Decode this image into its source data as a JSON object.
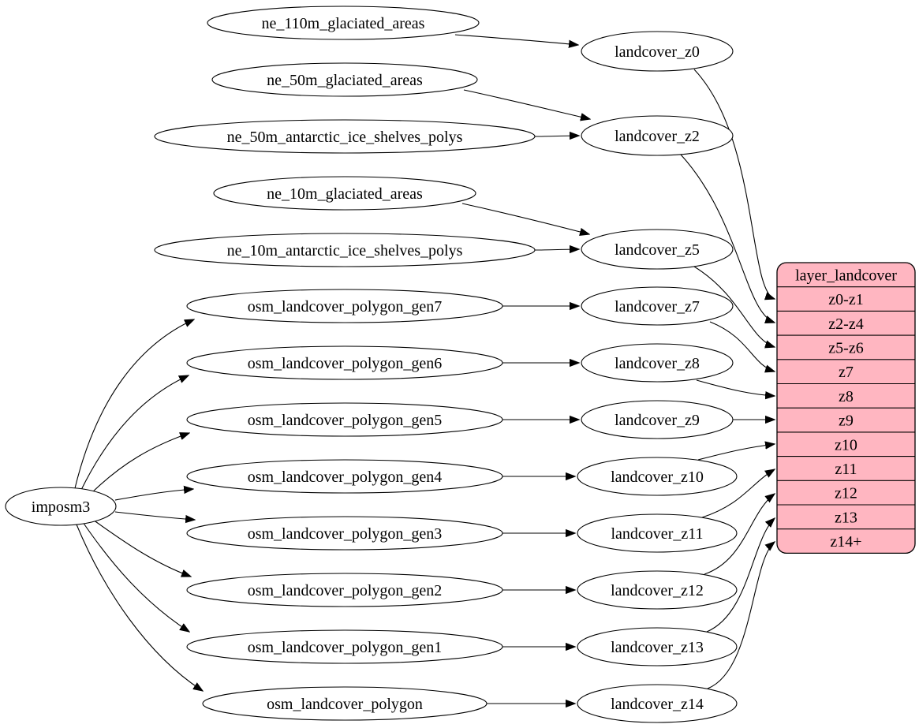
{
  "diagram": {
    "nodes": [
      {
        "id": "imposm3",
        "label": "imposm3"
      },
      {
        "id": "ne_110m_glaciated_areas",
        "label": "ne_110m_glaciated_areas"
      },
      {
        "id": "ne_50m_glaciated_areas",
        "label": "ne_50m_glaciated_areas"
      },
      {
        "id": "ne_50m_antarctic_ice_shelves_polys",
        "label": "ne_50m_antarctic_ice_shelves_polys"
      },
      {
        "id": "ne_10m_glaciated_areas",
        "label": "ne_10m_glaciated_areas"
      },
      {
        "id": "ne_10m_antarctic_ice_shelves_polys",
        "label": "ne_10m_antarctic_ice_shelves_polys"
      },
      {
        "id": "osm_landcover_polygon_gen7",
        "label": "osm_landcover_polygon_gen7"
      },
      {
        "id": "osm_landcover_polygon_gen6",
        "label": "osm_landcover_polygon_gen6"
      },
      {
        "id": "osm_landcover_polygon_gen5",
        "label": "osm_landcover_polygon_gen5"
      },
      {
        "id": "osm_landcover_polygon_gen4",
        "label": "osm_landcover_polygon_gen4"
      },
      {
        "id": "osm_landcover_polygon_gen3",
        "label": "osm_landcover_polygon_gen3"
      },
      {
        "id": "osm_landcover_polygon_gen2",
        "label": "osm_landcover_polygon_gen2"
      },
      {
        "id": "osm_landcover_polygon_gen1",
        "label": "osm_landcover_polygon_gen1"
      },
      {
        "id": "osm_landcover_polygon",
        "label": "osm_landcover_polygon"
      },
      {
        "id": "landcover_z0",
        "label": "landcover_z0"
      },
      {
        "id": "landcover_z2",
        "label": "landcover_z2"
      },
      {
        "id": "landcover_z5",
        "label": "landcover_z5"
      },
      {
        "id": "landcover_z7",
        "label": "landcover_z7"
      },
      {
        "id": "landcover_z8",
        "label": "landcover_z8"
      },
      {
        "id": "landcover_z9",
        "label": "landcover_z9"
      },
      {
        "id": "landcover_z10",
        "label": "landcover_z10"
      },
      {
        "id": "landcover_z11",
        "label": "landcover_z11"
      },
      {
        "id": "landcover_z12",
        "label": "landcover_z12"
      },
      {
        "id": "landcover_z13",
        "label": "landcover_z13"
      },
      {
        "id": "landcover_z14",
        "label": "landcover_z14"
      }
    ],
    "record": {
      "id": "layer_landcover",
      "title": "layer_landcover",
      "rows": [
        "z0-z1",
        "z2-z4",
        "z5-z6",
        "z7",
        "z8",
        "z9",
        "z10",
        "z11",
        "z12",
        "z13",
        "z14+"
      ]
    },
    "edges": [
      {
        "from": "ne_110m_glaciated_areas",
        "to": "landcover_z0"
      },
      {
        "from": "ne_50m_glaciated_areas",
        "to": "landcover_z2"
      },
      {
        "from": "ne_50m_antarctic_ice_shelves_polys",
        "to": "landcover_z2"
      },
      {
        "from": "ne_10m_glaciated_areas",
        "to": "landcover_z5"
      },
      {
        "from": "ne_10m_antarctic_ice_shelves_polys",
        "to": "landcover_z5"
      },
      {
        "from": "imposm3",
        "to": "osm_landcover_polygon_gen7"
      },
      {
        "from": "imposm3",
        "to": "osm_landcover_polygon_gen6"
      },
      {
        "from": "imposm3",
        "to": "osm_landcover_polygon_gen5"
      },
      {
        "from": "imposm3",
        "to": "osm_landcover_polygon_gen4"
      },
      {
        "from": "imposm3",
        "to": "osm_landcover_polygon_gen3"
      },
      {
        "from": "imposm3",
        "to": "osm_landcover_polygon_gen2"
      },
      {
        "from": "imposm3",
        "to": "osm_landcover_polygon_gen1"
      },
      {
        "from": "imposm3",
        "to": "osm_landcover_polygon"
      },
      {
        "from": "osm_landcover_polygon_gen7",
        "to": "landcover_z7"
      },
      {
        "from": "osm_landcover_polygon_gen6",
        "to": "landcover_z8"
      },
      {
        "from": "osm_landcover_polygon_gen5",
        "to": "landcover_z9"
      },
      {
        "from": "osm_landcover_polygon_gen4",
        "to": "landcover_z10"
      },
      {
        "from": "osm_landcover_polygon_gen3",
        "to": "landcover_z11"
      },
      {
        "from": "osm_landcover_polygon_gen2",
        "to": "landcover_z12"
      },
      {
        "from": "osm_landcover_polygon_gen1",
        "to": "landcover_z13"
      },
      {
        "from": "osm_landcover_polygon",
        "to": "landcover_z14"
      },
      {
        "from": "landcover_z0",
        "to": "layer_landcover:z0-z1"
      },
      {
        "from": "landcover_z2",
        "to": "layer_landcover:z2-z4"
      },
      {
        "from": "landcover_z5",
        "to": "layer_landcover:z5-z6"
      },
      {
        "from": "landcover_z7",
        "to": "layer_landcover:z7"
      },
      {
        "from": "landcover_z8",
        "to": "layer_landcover:z8"
      },
      {
        "from": "landcover_z9",
        "to": "layer_landcover:z9"
      },
      {
        "from": "landcover_z10",
        "to": "layer_landcover:z10"
      },
      {
        "from": "landcover_z11",
        "to": "layer_landcover:z11"
      },
      {
        "from": "landcover_z12",
        "to": "layer_landcover:z12"
      },
      {
        "from": "landcover_z13",
        "to": "layer_landcover:z13"
      },
      {
        "from": "landcover_z14",
        "to": "layer_landcover:z14+"
      }
    ]
  },
  "colors": {
    "background": "#ffffff",
    "node_fill": "#ffffff",
    "node_stroke": "#000000",
    "edge_stroke": "#000000",
    "record_fill": "#ffb6c1",
    "record_stroke": "#000000",
    "text": "#000000"
  }
}
